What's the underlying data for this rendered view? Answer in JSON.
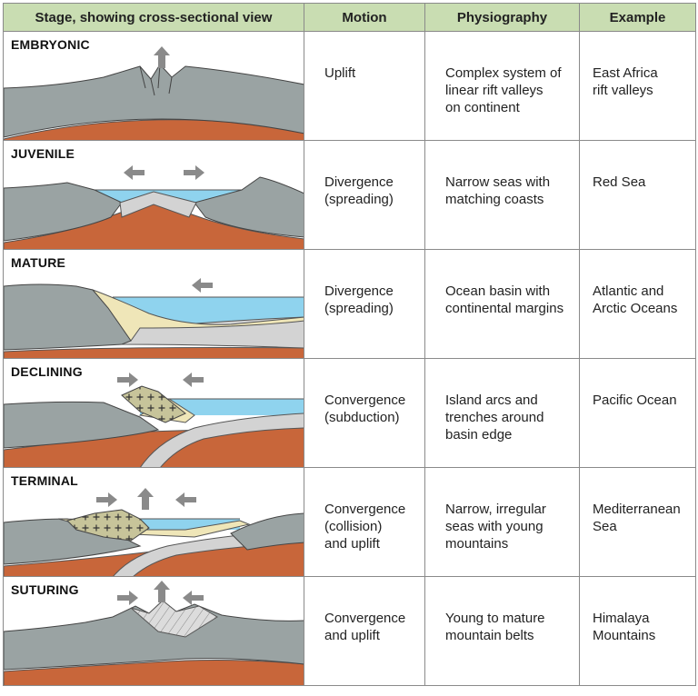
{
  "headers": {
    "stage": "Stage, showing cross-sectional view",
    "motion": "Motion",
    "physiography": "Physiography",
    "example": "Example"
  },
  "rows": [
    {
      "stage": "EMBRYONIC",
      "motion": "Uplift",
      "physiography": "Complex system of\nlinear rift valleys\non continent",
      "example": "East Africa\nrift valleys"
    },
    {
      "stage": "JUVENILE",
      "motion": "Divergence\n(spreading)",
      "physiography": "Narrow seas with\nmatching coasts",
      "example": "Red Sea"
    },
    {
      "stage": "MATURE",
      "motion": "Divergence\n(spreading)",
      "physiography": "Ocean basin with\ncontinental margins",
      "example": "Atlantic and\nArctic Oceans"
    },
    {
      "stage": "DECLINING",
      "motion": "Convergence\n(subduction)",
      "physiography": "Island arcs and\ntrenches around\nbasin edge",
      "example": "Pacific Ocean"
    },
    {
      "stage": "TERMINAL",
      "motion": "Convergence\n(collision)\nand uplift",
      "physiography": "Narrow, irregular\nseas with young\nmountains",
      "example": "Mediterranean\nSea"
    },
    {
      "stage": "SUTURING",
      "motion": "Convergence\nand uplift",
      "physiography": "Young to mature\nmountain belts",
      "example": "Himalaya\nMountains"
    }
  ],
  "colors": {
    "header_bg": "#c9ddb2",
    "crust": "#9aa3a3",
    "mantle": "#c8663a",
    "ocean": "#8fd3ee",
    "sediment": "#efe6b8",
    "oceanic_crust": "#d3d3d3",
    "arrow": "#8a8a8a"
  }
}
